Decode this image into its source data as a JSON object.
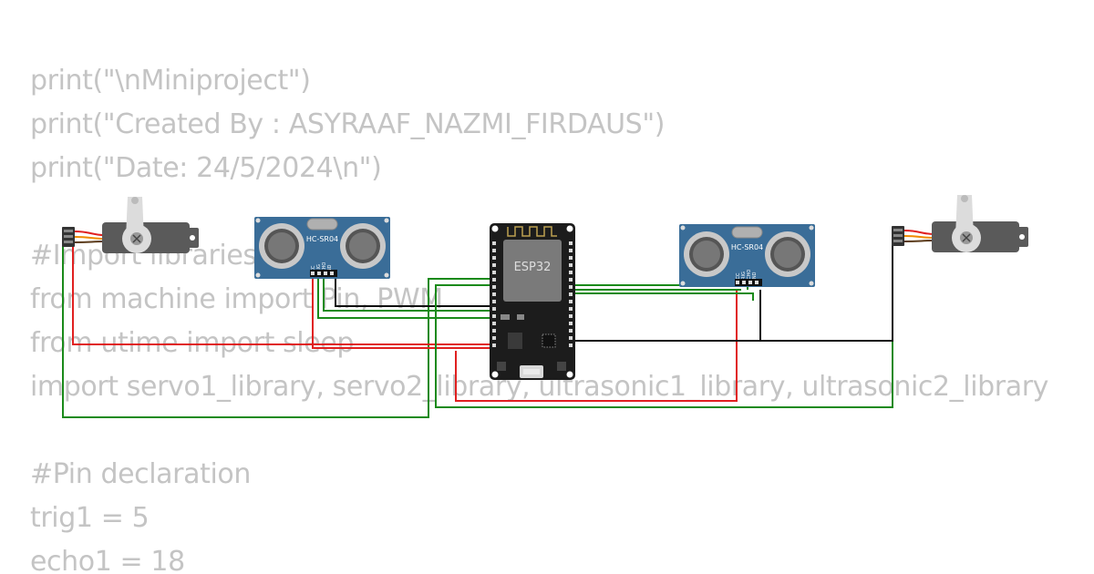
{
  "code_lines": [
    "print(\"\\nMiniproject\")",
    "print(\"Created By : ASYRAAF_NAZMI_FIRDAUS\")",
    "print(\"Date: 24/5/2024\\n\")",
    "",
    "#Import libraries",
    "from machine import Pin, PWM",
    "from utime import sleep",
    "import servo1_library, servo2_library, ultrasonic1_library, ultrasonic2_library",
    "",
    "#Pin declaration",
    "trig1 = 5",
    "echo1 = 18"
  ],
  "board": {
    "label": "ESP32"
  },
  "ultrasonic_sensors": [
    {
      "model": "HC-SR04",
      "pins": [
        "VCC",
        "TRIG",
        "ECHO",
        "GND"
      ]
    },
    {
      "model": "HC-SR04",
      "pins": [
        "VCC",
        "TRIG",
        "ECHO",
        "GND"
      ]
    }
  ],
  "colors": {
    "code_text": "#c4c4c4",
    "wire_green": "#1a8a1a",
    "wire_red": "#e02020",
    "wire_black": "#111111",
    "sensor_blue": "#3a6d98",
    "board_black": "#1c1c1c",
    "servo_gray": "#5a5a5a"
  }
}
